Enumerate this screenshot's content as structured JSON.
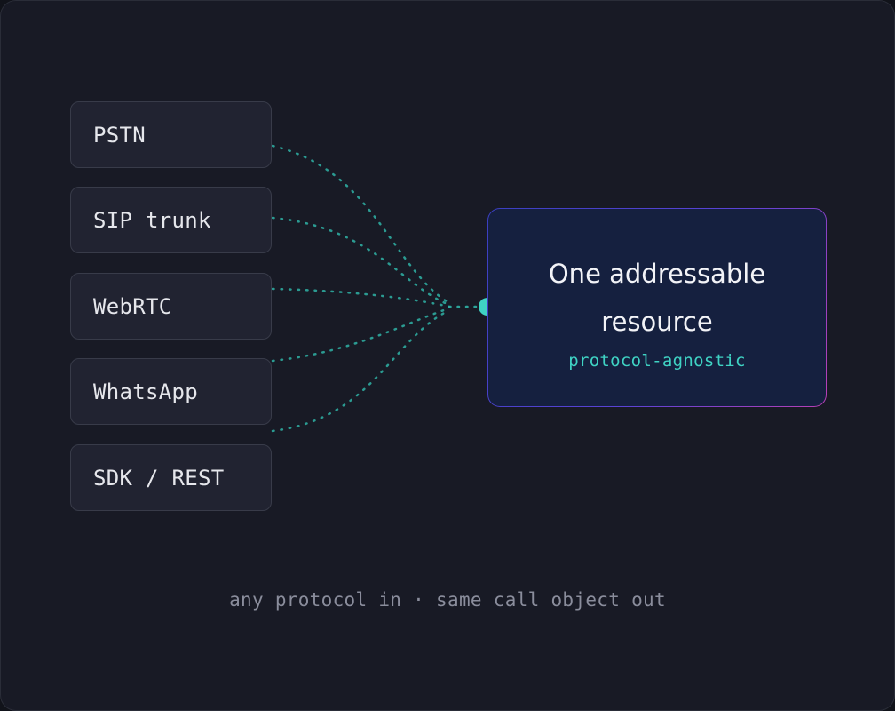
{
  "sources": [
    {
      "label": "PSTN"
    },
    {
      "label": "SIP trunk"
    },
    {
      "label": "WebRTC"
    },
    {
      "label": "WhatsApp"
    },
    {
      "label": "SDK / REST"
    }
  ],
  "target": {
    "title_line1": "One addressable",
    "title_line2": "resource",
    "subtitle": "protocol-agnostic"
  },
  "footer": {
    "caption": "any protocol in · same call object out"
  },
  "colors": {
    "connector": "#2fb3a6",
    "accent": "#3fd3c4",
    "target_fill": "#15203f"
  }
}
